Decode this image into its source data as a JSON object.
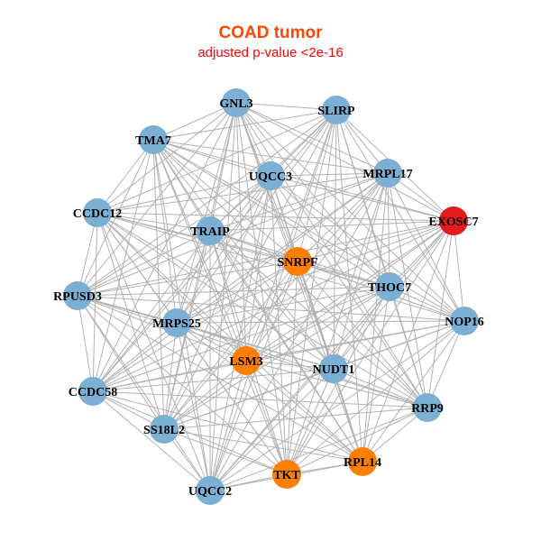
{
  "title": "COAD tumor",
  "subtitle": "adjusted p-value <2e-16",
  "colors": {
    "default": "#7bafd4",
    "highlight": "#ff7f00",
    "focus": "#e41a1c",
    "edge": "#b3b3b3"
  },
  "nodes": [
    {
      "id": "GNL3",
      "group": "default"
    },
    {
      "id": "SLIRP",
      "group": "default"
    },
    {
      "id": "TMA7",
      "group": "default"
    },
    {
      "id": "UQCC3",
      "group": "default"
    },
    {
      "id": "MRPL17",
      "group": "default"
    },
    {
      "id": "CCDC12",
      "group": "default"
    },
    {
      "id": "EXOSC7",
      "group": "focus"
    },
    {
      "id": "TRAIP",
      "group": "default"
    },
    {
      "id": "SNRPF",
      "group": "highlight"
    },
    {
      "id": "THOC7",
      "group": "default"
    },
    {
      "id": "RPUSD3",
      "group": "default"
    },
    {
      "id": "NOP16",
      "group": "default"
    },
    {
      "id": "MRPS25",
      "group": "default"
    },
    {
      "id": "LSM3",
      "group": "highlight"
    },
    {
      "id": "NUDT1",
      "group": "default"
    },
    {
      "id": "CCDC58",
      "group": "default"
    },
    {
      "id": "RRP9",
      "group": "default"
    },
    {
      "id": "SS18L2",
      "group": "default"
    },
    {
      "id": "RPL14",
      "group": "highlight"
    },
    {
      "id": "TKT",
      "group": "highlight"
    },
    {
      "id": "UQCC2",
      "group": "default"
    }
  ],
  "edges": "complete"
}
